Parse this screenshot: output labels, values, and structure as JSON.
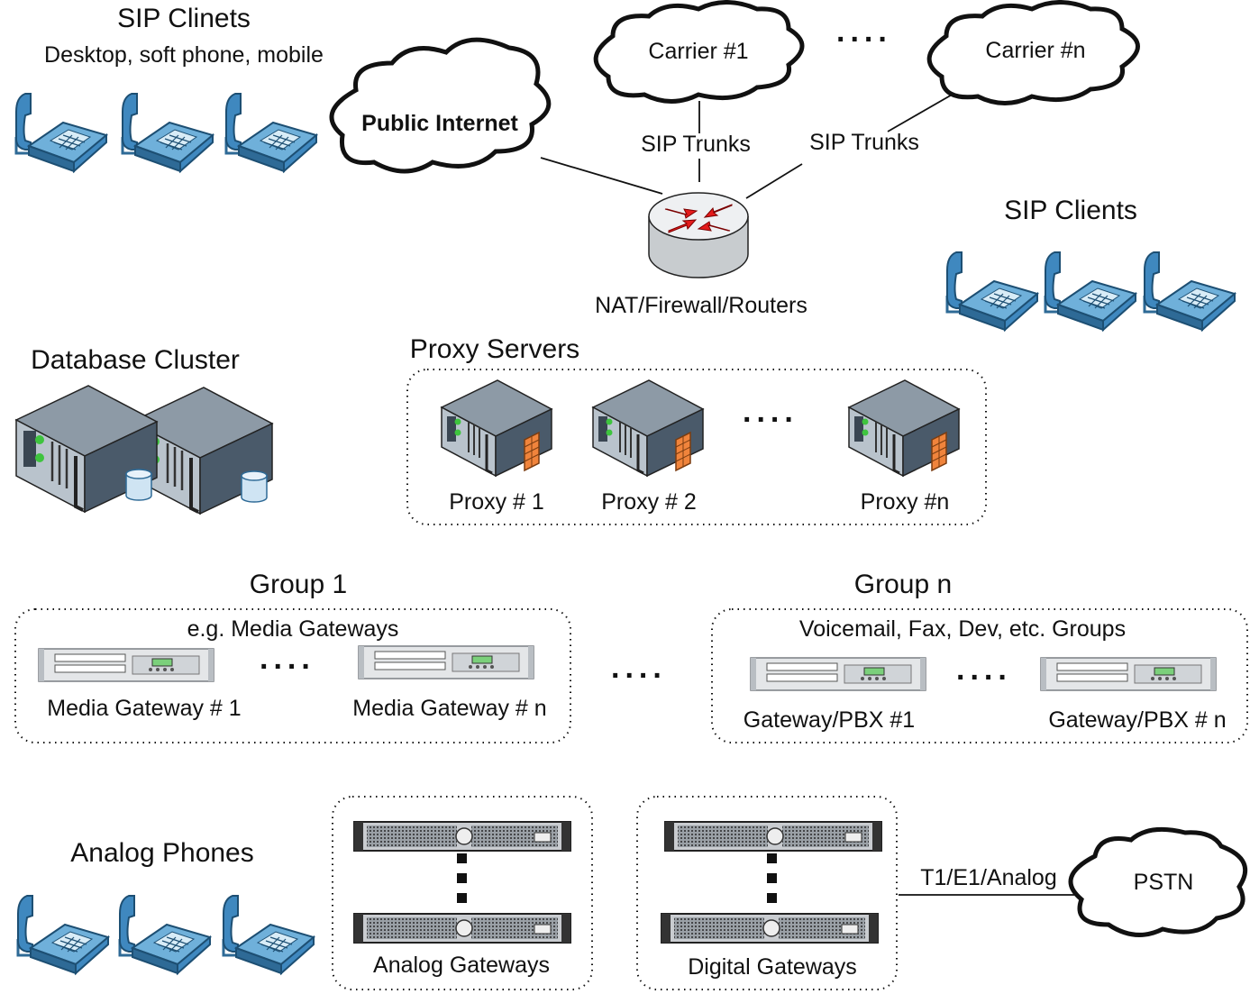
{
  "top": {
    "sip_clients_left_title": "SIP Clinets",
    "sip_clients_left_subtitle": "Desktop, soft phone, mobile",
    "public_internet": "Public Internet",
    "carrier_1": "Carrier #1",
    "carrier_n": "Carrier #n",
    "sip_trunks_1": "SIP Trunks",
    "sip_trunks_2": "SIP Trunks",
    "router_label": "NAT/Firewall/Routers",
    "sip_clients_right_title": "SIP Clients"
  },
  "database": {
    "title": "Database Cluster"
  },
  "proxies": {
    "title": "Proxy Servers",
    "items": [
      "Proxy # 1",
      "Proxy # 2",
      "Proxy #n"
    ]
  },
  "group1": {
    "title": "Group 1",
    "subtitle": "e.g. Media Gateways",
    "items": [
      "Media Gateway # 1",
      "Media Gateway # n"
    ]
  },
  "groupn": {
    "title": "Group n",
    "subtitle": "Voicemail, Fax, Dev, etc. Groups",
    "items": [
      "Gateway/PBX #1",
      "Gateway/PBX # n"
    ]
  },
  "bottom": {
    "analog_phones": "Analog Phones",
    "analog_gateways": "Analog Gateways",
    "digital_gateways": "Digital Gateways",
    "link_label": "T1/E1/Analog",
    "pstn": "PSTN"
  },
  "ellipsis": "....",
  "colors": {
    "phone_body": "#5f9ec8",
    "phone_dark": "#2e6a96",
    "server_side": "#4a5a6a",
    "router_arrow": "#e41b1b",
    "firewall": "#f0843c"
  }
}
